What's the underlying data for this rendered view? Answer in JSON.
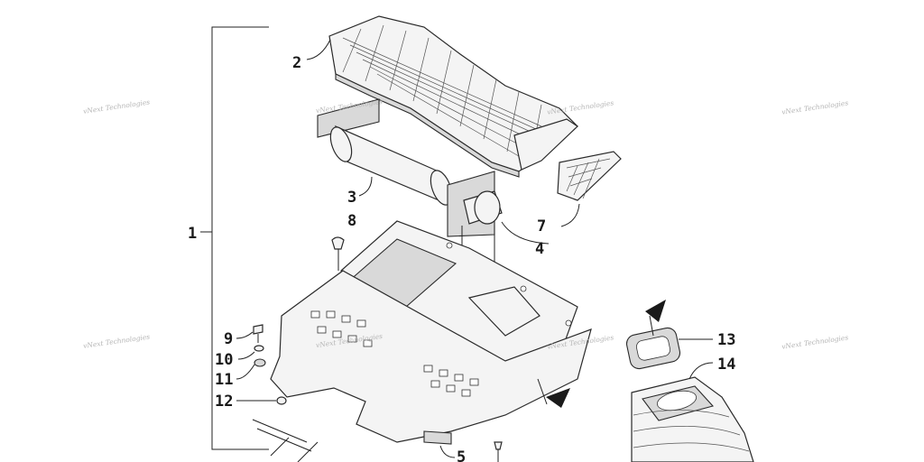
{
  "callouts": {
    "c1": "1",
    "c2": "2",
    "c3": "3",
    "c4": "4",
    "c5": "5",
    "c7": "7",
    "c8": "8",
    "c9": "9",
    "c10": "10",
    "c11": "11",
    "c12": "12",
    "c13": "13",
    "c14": "14"
  },
  "watermark": "vNext Technologies",
  "colors": {
    "ink": "#222222",
    "watermark": "#b5b5b5",
    "background": "#ffffff"
  }
}
